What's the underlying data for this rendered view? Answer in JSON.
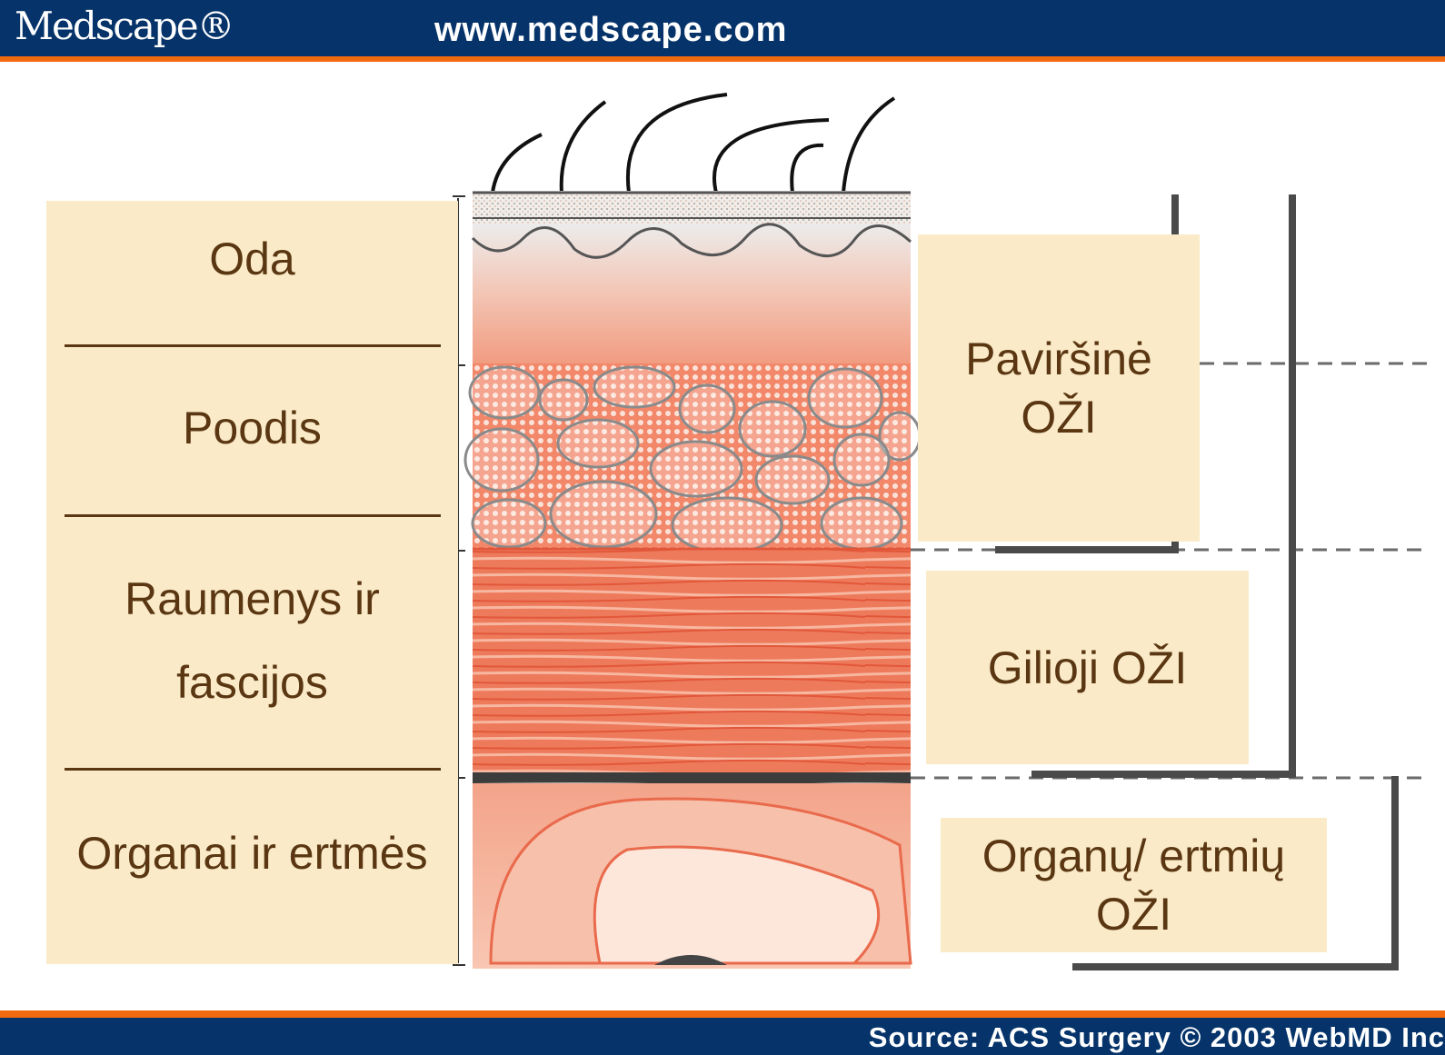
{
  "header": {
    "logo": "Medscape®",
    "url": "www.medscape.com"
  },
  "footer": {
    "source": "Source: ACS Surgery © 2003 WebMD Inc"
  },
  "layers": [
    {
      "id": "skin",
      "label": "Oda"
    },
    {
      "id": "subcutis",
      "label": "Poodis"
    },
    {
      "id": "muscle",
      "label_line1": "Raumenys ir",
      "label_line2": "fascijos"
    },
    {
      "id": "organs",
      "label": "Organai ir ertmės"
    }
  ],
  "infection_zones": {
    "superficial": "Paviršinė\nOŽI",
    "deep": "Gilioji OŽI",
    "organ_space": "Organų/ ertmių\nOŽI"
  },
  "colors": {
    "header_bg": "#06346a",
    "accent_stripe": "#f26a10",
    "label_bg": "#faeac8",
    "label_text": "#5a3712"
  }
}
